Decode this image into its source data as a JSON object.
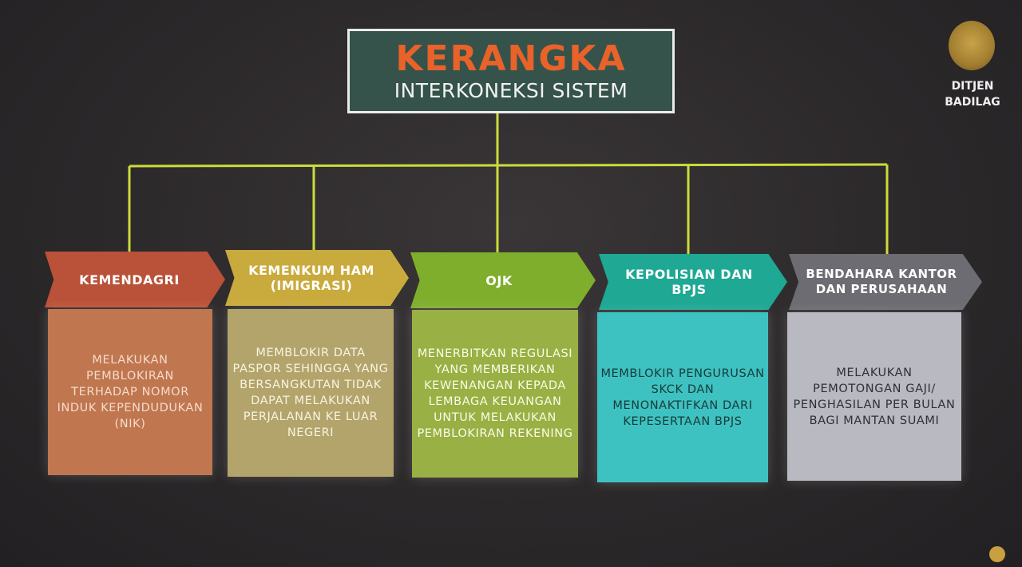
{
  "title": {
    "main": "KERANGKA",
    "sub": "INTERKONEKSI SISTEM"
  },
  "logo": {
    "icon": "emblem-icon",
    "line1": "DITJEN",
    "line2": "BADILAG"
  },
  "colors": {
    "connector": "#cddc39",
    "title_main": "#e8622a",
    "title_bg": "#35534a"
  },
  "columns": [
    {
      "header": "KEMENDAGRI",
      "body": "MELAKUKAN PEMBLOKIRAN TERHADAP NOMOR INDUK KEPENDUDUKAN (NIK)",
      "header_color": "#b95238",
      "body_color": "#c0764f"
    },
    {
      "header": "KEMENKUM HAM (IMIGRASI)",
      "body": "MEMBLOKIR DATA PASPOR SEHINGGA YANG BERSANGKUTAN TIDAK DAPAT MELAKUKAN PERJALANAN KE LUAR NEGERI",
      "header_color": "#c9aa3c",
      "body_color": "#b3a46c"
    },
    {
      "header": "OJK",
      "body": "MENERBITKAN REGULASI YANG MEMBERIKAN KEWENANGAN KEPADA LEMBAGA KEUANGAN UNTUK MELAKUKAN PEMBLOKIRAN REKENING",
      "header_color": "#7fae2d",
      "body_color": "#99b044"
    },
    {
      "header": "KEPOLISIAN DAN BPJS",
      "body": "MEMBLOKIR PENGURUSAN SKCK DAN MENONAKTIFKAN DARI KEPESERTAAN BPJS",
      "header_color": "#1fa894",
      "body_color": "#3ec1c1"
    },
    {
      "header": "BENDAHARA KANTOR DAN PERUSAHAAN",
      "body": "MELAKUKAN PEMOTONGAN GAJI/ PENGHASILAN PER BULAN BAGI MANTAN SUAMI",
      "header_color": "#6c6c72",
      "body_color": "#b9b9c1"
    }
  ]
}
